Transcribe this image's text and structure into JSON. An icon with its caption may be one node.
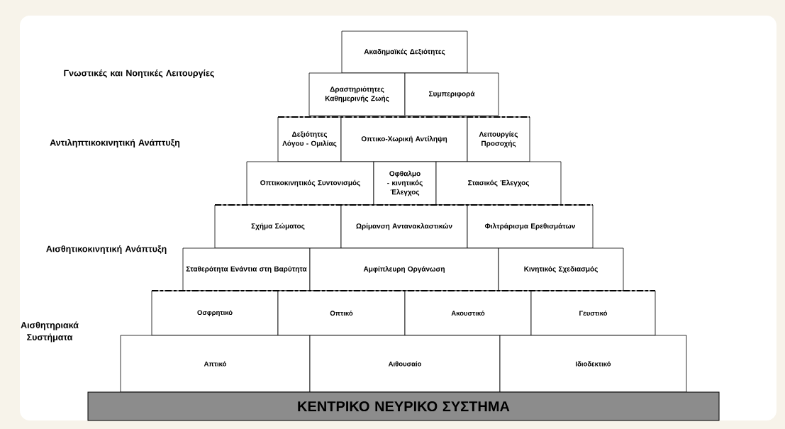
{
  "diagram": {
    "nodes": [
      {
        "text": [
          "Ακαδημαϊκές Δεξιότητες"
        ]
      },
      {
        "text": [
          "Δραστηριότητες Καθημερινής Ζωής"
        ]
      },
      {
        "text": [
          "Συμπεριφορά"
        ]
      },
      {
        "text": [
          "Δεξιότητες Λόγου - Ομιλίας"
        ]
      },
      {
        "text": [
          "Οπτικο-Χωρική Αντίληψη"
        ]
      },
      {
        "text": [
          "Λειτουργίες Προσοχής"
        ]
      },
      {
        "text": [
          "Οπτικοκινητικός Συντονισμός"
        ]
      },
      {
        "text": [
          "Οφθαλμο - κινητικός Έλεγχος"
        ]
      },
      {
        "text": [
          "Στασικός Έλεγχος"
        ]
      },
      {
        "text": [
          "Σχήμα Σώματος"
        ]
      },
      {
        "text": [
          "Ωρίμανση Αντανακλαστικών"
        ]
      },
      {
        "text": [
          "Φιλτράρισμα Ερεθισμάτων"
        ]
      },
      {
        "text": [
          "Σταθερότητα Ενάντια στη Βαρύτητα"
        ]
      },
      {
        "text": [
          "Αμφίπλευρη Οργάνωση"
        ]
      },
      {
        "text": [
          "Κινητικός Σχεδιασμός"
        ]
      },
      {
        "text": [
          "Οσφρητικό"
        ]
      },
      {
        "text": [
          "Οπτικό"
        ]
      },
      {
        "text": [
          "Ακουστικό"
        ]
      },
      {
        "text": [
          "Γευστικό"
        ]
      },
      {
        "text": [
          "Απτικό"
        ]
      },
      {
        "text": [
          "Αιθουσαίο"
        ]
      },
      {
        "text": [
          "Ιδιοδεκτικό"
        ]
      },
      {
        "text": [
          "ΚΕΝΤΡΙΚΟ     ΝΕΥΡΙΚΟ     ΣΥΣΤΗΜΑ"
        ]
      }
    ],
    "labels": [
      "Γνωστικές και Νοητικές Λειτουργίες",
      "Αντιληπτικοκινητική Ανάπτυξη",
      "Αισθητικοκινητική Ανάπτυξη",
      "Αισθητηριακά Συστήματα"
    ]
  }
}
